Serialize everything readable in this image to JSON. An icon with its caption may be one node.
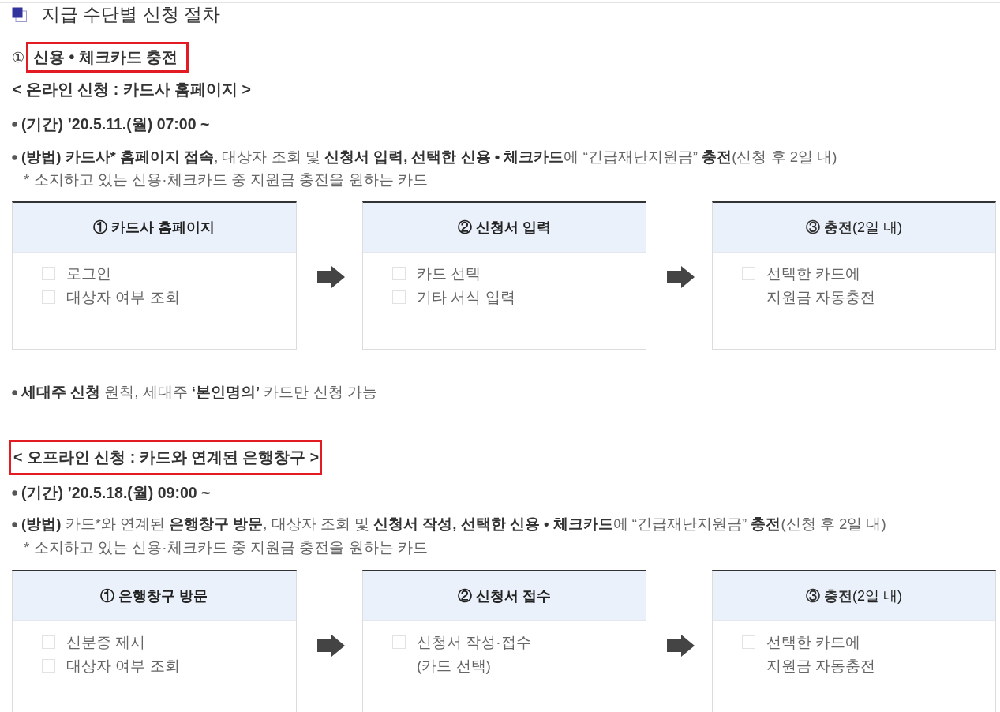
{
  "diagram": {
    "title": "지급 수단별 신청 절차",
    "nodes": [
      {
        "text": [
          "신용 • 체크카드 충전"
        ],
        "beside": [
          "①"
        ]
      },
      {
        "text": [
          "① 카드사 홈페이지",
          "로그인",
          "대상자 여부 조회"
        ]
      },
      {
        "text": [
          "② 신청서 입력",
          "카드 선택",
          "기타 서식 입력"
        ]
      },
      {
        "text": [
          "**③ 충전**(2일 내)",
          "선택한 카드에 지원금 자동충전"
        ]
      },
      {
        "text": [
          "< 오프라인 신청 : 카드와 연계된 은행창구 >"
        ]
      },
      {
        "text": [
          "① 은행창구 방문",
          "신분증 제시",
          "대상자 여부 조회"
        ]
      },
      {
        "text": [
          "② 신청서 접수",
          "신청서 작성·접수 (카드 선택)"
        ]
      },
      {
        "text": [
          "**③ 충전**(2일 내)",
          "선택한 카드에 지원금 자동충전"
        ]
      }
    ],
    "edges": [
      {
        "from": 1,
        "to": 2,
        "arrow": "to"
      },
      {
        "from": 2,
        "to": 3,
        "arrow": "to"
      },
      {
        "from": 5,
        "to": 6,
        "arrow": "to"
      },
      {
        "from": 6,
        "to": 7,
        "arrow": "to"
      }
    ],
    "labels": [
      "< 온라인 신청 : 카드사 홈페이지 >",
      "(기간) ’20.5.11.(월) 07:00 ~",
      "**(방법) 카드사* 홈페이지 접속**, 대상자 조회 및 **신청서 입력, 선택한 신용 • 체크카드**에 “긴급재난지원금” **충전**(신청 후 2일 내)",
      "* 소지하고 있는 신용·체크카드 중 지원금 충전을 원하는 카드",
      "**세대주 신청** 원칙, 세대주 **‘본인명의’** 카드만 신청 가능",
      "(기간) ’20.5.18.(월) 09:00 ~",
      "**(방법)** 카드*와 연계된 **은행창구 방문**, 대상자 조회 및 **신청서 작성, 선택한 신용 • 체크카드**에 “긴급재난지원금” **충전**(신청 후 2일 내)",
      "* 소지하고 있는 신용·체크카드 중 지원금 충전을 원하는 카드"
    ]
  }
}
